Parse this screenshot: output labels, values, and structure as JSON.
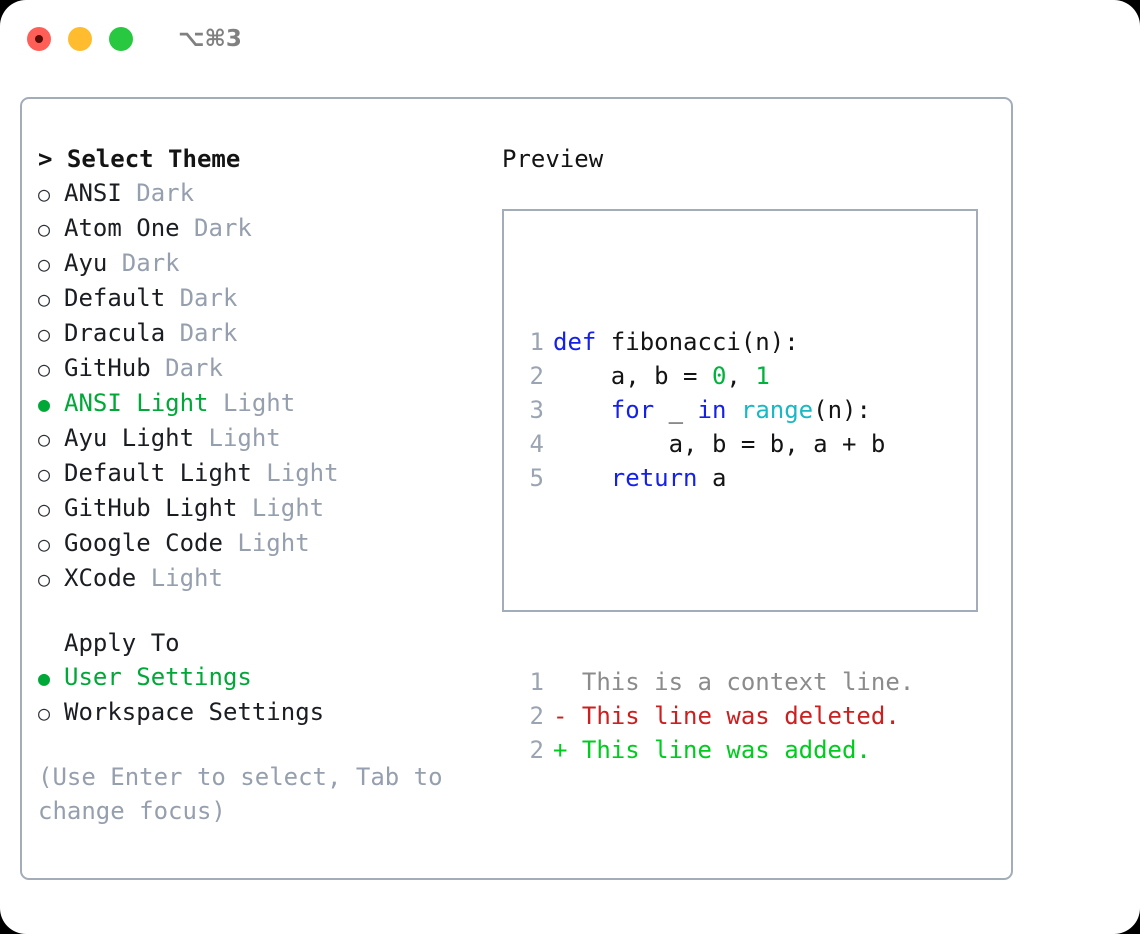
{
  "titlebar": {
    "shortcut": "⌥⌘3",
    "lights": [
      {
        "name": "close",
        "color": "#ff5f57"
      },
      {
        "name": "minimize",
        "color": "#febc2e"
      },
      {
        "name": "maximize",
        "color": "#28c840"
      }
    ]
  },
  "theme_panel": {
    "header": "> Select Theme",
    "options": [
      {
        "bullet": "○",
        "label": "ANSI",
        "kind": "Dark",
        "selected": false
      },
      {
        "bullet": "○",
        "label": "Atom One",
        "kind": "Dark",
        "selected": false
      },
      {
        "bullet": "○",
        "label": "Ayu",
        "kind": "Dark",
        "selected": false
      },
      {
        "bullet": "○",
        "label": "Default",
        "kind": "Dark",
        "selected": false
      },
      {
        "bullet": "○",
        "label": "Dracula",
        "kind": "Dark",
        "selected": false
      },
      {
        "bullet": "○",
        "label": "GitHub",
        "kind": "Dark",
        "selected": false
      },
      {
        "bullet": "●",
        "label": "ANSI Light",
        "kind": "Light",
        "selected": true
      },
      {
        "bullet": "○",
        "label": "Ayu Light",
        "kind": "Light",
        "selected": false
      },
      {
        "bullet": "○",
        "label": "Default Light",
        "kind": "Light",
        "selected": false
      },
      {
        "bullet": "○",
        "label": "GitHub Light",
        "kind": "Light",
        "selected": false
      },
      {
        "bullet": "○",
        "label": "Google Code",
        "kind": "Light",
        "selected": false
      },
      {
        "bullet": "○",
        "label": "XCode",
        "kind": "Light",
        "selected": false
      }
    ]
  },
  "apply_to": {
    "label": "Apply To",
    "options": [
      {
        "bullet": "●",
        "label": "User Settings",
        "selected": true
      },
      {
        "bullet": "○",
        "label": "Workspace Settings",
        "selected": false
      }
    ]
  },
  "hint": "(Use Enter to select, Tab to change focus)",
  "preview": {
    "title": "Preview",
    "code_lines": [
      {
        "no": "1",
        "tokens": [
          {
            "t": "def",
            "c": "kw"
          },
          {
            "t": " fibonacci(n):",
            "c": "plain"
          }
        ]
      },
      {
        "no": "2",
        "tokens": [
          {
            "t": "    a, b = ",
            "c": "plain"
          },
          {
            "t": "0",
            "c": "num"
          },
          {
            "t": ", ",
            "c": "plain"
          },
          {
            "t": "1",
            "c": "num"
          }
        ]
      },
      {
        "no": "3",
        "tokens": [
          {
            "t": "    ",
            "c": "plain"
          },
          {
            "t": "for",
            "c": "kw"
          },
          {
            "t": " _ ",
            "c": "plain"
          },
          {
            "t": "in",
            "c": "kw"
          },
          {
            "t": " ",
            "c": "plain"
          },
          {
            "t": "range",
            "c": "fn"
          },
          {
            "t": "(n):",
            "c": "plain"
          }
        ]
      },
      {
        "no": "4",
        "tokens": [
          {
            "t": "        a, b = b, a + b",
            "c": "plain"
          }
        ]
      },
      {
        "no": "5",
        "tokens": [
          {
            "t": "    ",
            "c": "plain"
          },
          {
            "t": "return",
            "c": "kw"
          },
          {
            "t": " a",
            "c": "plain"
          }
        ]
      }
    ],
    "diff_lines": [
      {
        "no": "1",
        "marker": " ",
        "text": "  This is a context line.",
        "kind": "ctx"
      },
      {
        "no": "2",
        "marker": " ",
        "text": "- This line was deleted.",
        "kind": "del"
      },
      {
        "no": "2",
        "marker": " ",
        "text": "+ This line was added.",
        "kind": "add"
      }
    ]
  },
  "colors": {
    "accent_green": "#00a838",
    "muted": "#959fae",
    "border": "#a3adba",
    "keyword": "#1521e8",
    "function": "#18b8c4",
    "number": "#00b33c",
    "diff_context": "#8b8b8b",
    "diff_deleted": "#cc1f1f",
    "diff_added": "#00cc1f"
  }
}
